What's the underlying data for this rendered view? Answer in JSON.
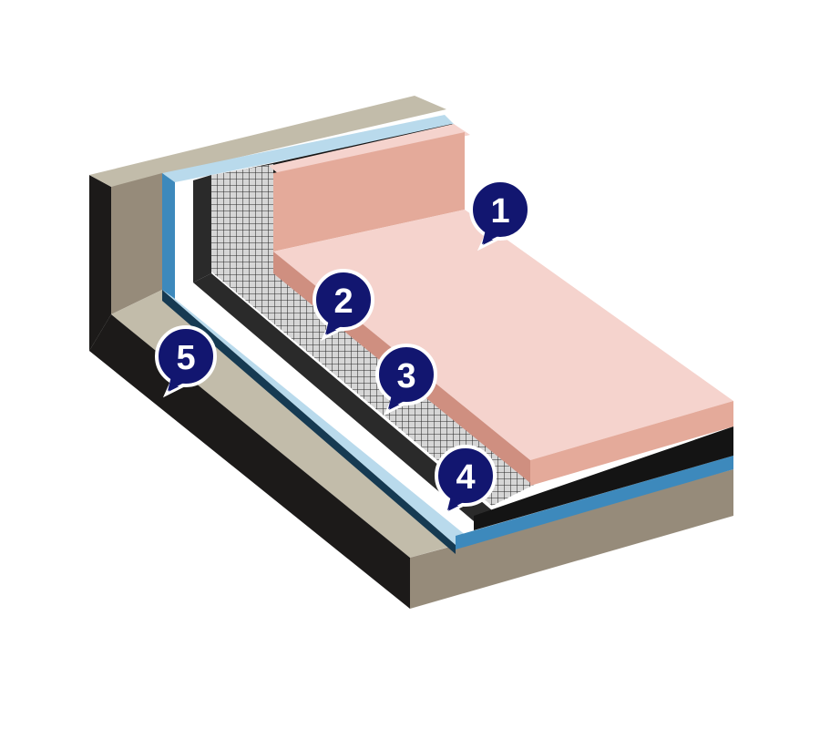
{
  "colors": {
    "substrate_top": "#c2bcaa",
    "substrate_side": "#968b7a",
    "substrate_dark": "#1c1a19",
    "light_blue": "#b9daec",
    "blue": "#3d89bc",
    "blue_dark": "#163a52",
    "membrane": "#2a2a2a",
    "membrane_dark": "#141414",
    "mesh_bg": "#d6d6d6",
    "mesh_line": "#2a2a2a",
    "foam_top": "#f5d3cd",
    "foam_side": "#e4aa9a",
    "foam_dark": "#cf8f80",
    "marker_fill": "#121670",
    "marker_stroke": "#ffffff"
  },
  "markers": [
    {
      "label": "1",
      "layer": "pink-insulation-board"
    },
    {
      "label": "2",
      "layer": "reinforcing-mesh"
    },
    {
      "label": "3",
      "layer": "black-waterproof-membrane"
    },
    {
      "label": "4",
      "layer": "blue-primer-layer"
    },
    {
      "label": "5",
      "layer": "concrete-substrate"
    }
  ]
}
